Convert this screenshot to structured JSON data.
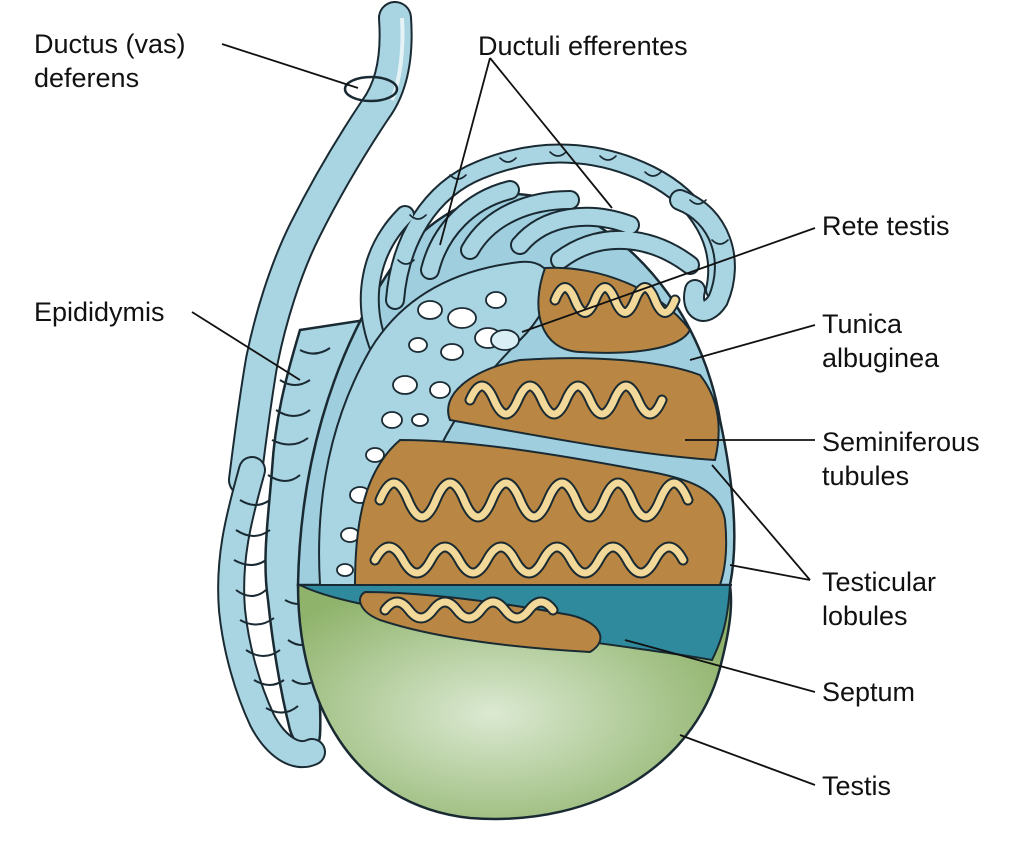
{
  "title": "Testis anatomy diagram",
  "colors": {
    "duct_fill": "#a9d4e2",
    "duct_stroke": "#1a2a33",
    "tunica": "#9fcfdf",
    "tunica_dark": "#2f8a9e",
    "lobule_fill": "#b98743",
    "tubule": "#f2d99a",
    "testis_light": "#dbe9d2",
    "testis_dark": "#8fb36b",
    "label_text": "#111111"
  },
  "labels": {
    "ductus_line1": "Ductus (vas)",
    "ductus_line2": "deferens",
    "ductuli": "Ductuli efferentes",
    "rete": "Rete testis",
    "epididymis": "Epididymis",
    "tunica_line1": "Tunica",
    "tunica_line2": "albuginea",
    "semin_line1": "Seminiferous",
    "semin_line2": "tubules",
    "lobules_line1": "Testicular",
    "lobules_line2": "lobules",
    "septum": "Septum",
    "testis": "Testis"
  }
}
